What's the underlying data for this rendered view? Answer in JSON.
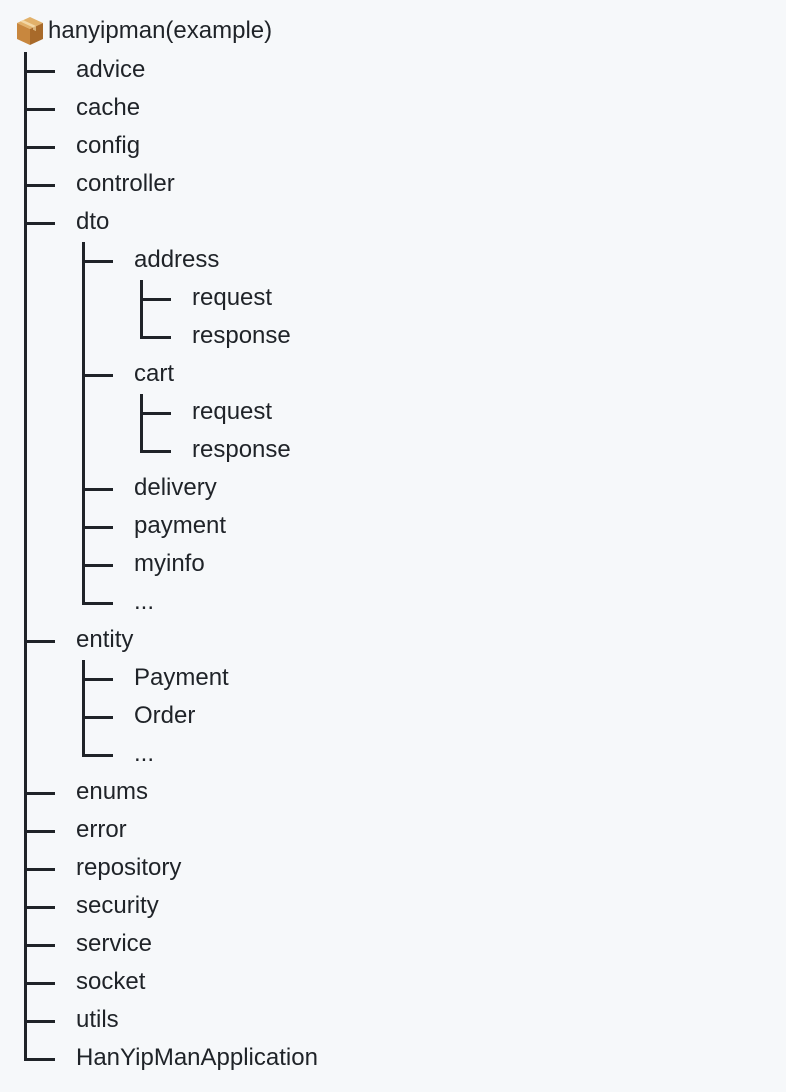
{
  "root": {
    "icon": "package-icon",
    "label": "hanyipman(example)"
  },
  "tree": [
    {
      "label": "advice"
    },
    {
      "label": "cache"
    },
    {
      "label": "config"
    },
    {
      "label": "controller"
    },
    {
      "label": "dto",
      "children": [
        {
          "label": "address",
          "children": [
            {
              "label": "request"
            },
            {
              "label": "response"
            }
          ]
        },
        {
          "label": "cart",
          "children": [
            {
              "label": "request"
            },
            {
              "label": "response"
            }
          ]
        },
        {
          "label": "delivery"
        },
        {
          "label": "payment"
        },
        {
          "label": "myinfo"
        },
        {
          "label": "..."
        }
      ]
    },
    {
      "label": "entity",
      "children": [
        {
          "label": "Payment"
        },
        {
          "label": "Order"
        },
        {
          "label": "..."
        }
      ]
    },
    {
      "label": "enums"
    },
    {
      "label": "error"
    },
    {
      "label": "repository"
    },
    {
      "label": "security"
    },
    {
      "label": "service"
    },
    {
      "label": "socket"
    },
    {
      "label": "utils"
    },
    {
      "label": "HanYipManApplication"
    }
  ]
}
